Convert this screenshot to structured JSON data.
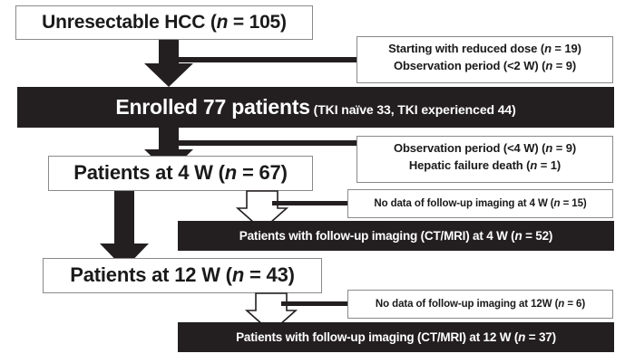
{
  "figure": {
    "type": "patient-flow-diagram",
    "colors": {
      "box_fill": "#ffffff",
      "box_border": "#8a8a8a",
      "emphasis_fill": "#231f20",
      "emphasis_text": "#ffffff",
      "connector": "#231f20"
    }
  },
  "nodes": {
    "source": {
      "label_main": "Unresectable HCC (",
      "label_n": "n",
      "label_tail": " = 105)",
      "full_text": "Unresectable HCC (n = 105)",
      "count": 105
    },
    "enrolled": {
      "label_main": "Enrolled 77 patients",
      "label_sub": " (TKI naïve 33, TKI experienced 44)",
      "full_text": "Enrolled 77 patients (TKI naïve 33, TKI experienced 44)",
      "count": 77,
      "tki_naive": 33,
      "tki_experienced": 44
    },
    "patients_4w": {
      "label_main": "Patients at 4 W (",
      "label_n": "n",
      "label_tail": " = 67)",
      "full_text": "Patients at 4 W (n = 67)",
      "count": 67
    },
    "patients_12w": {
      "label_main": "Patients at 12 W (",
      "label_n": "n",
      "label_tail": " = 43)",
      "full_text": "Patients at 12 W (n = 43)",
      "count": 43
    },
    "imaging_4w": {
      "label_main": "Patients with follow-up imaging (CT/MRI) at 4 W (",
      "label_n": "n",
      "label_tail": " = 52)",
      "full_text": "Patients with follow-up imaging (CT/MRI) at 4 W (n = 52)",
      "count": 52
    },
    "imaging_12w": {
      "label_main": "Patients with follow-up imaging (CT/MRI) at 12 W (",
      "label_n": "n",
      "label_tail": " = 37)",
      "full_text": "Patients with follow-up imaging (CT/MRI) at 12 W (n = 37)",
      "count": 37
    }
  },
  "exclusions": {
    "excl_1": {
      "line1_main": "Starting with reduced dose (",
      "line1_n": "n",
      "line1_tail": " = 19)",
      "line2_main": "Observation period (<2 W) (",
      "line2_n": "n",
      "line2_tail": " = 9)",
      "full_text": "Starting with reduced dose (n = 19) / Observation period (<2 W) (n = 9)",
      "counts": [
        19,
        9
      ]
    },
    "excl_2": {
      "line1_main": "Observation period (<4 W) (",
      "line1_n": "n",
      "line1_tail": " = 9)",
      "line2_main": "Hepatic failure death (",
      "line2_n": "n",
      "line2_tail": " = 1)",
      "full_text": "Observation period (<4 W) (n = 9) / Hepatic failure death (n = 1)",
      "counts": [
        9,
        1
      ]
    },
    "excl_3": {
      "label_main": "No data of follow-up imaging at 4 W (",
      "label_n": "n",
      "label_tail": " = 15)",
      "full_text": "No data of follow-up imaging at 4 W (n = 15)",
      "count": 15
    },
    "excl_4": {
      "label_main": "No data of follow-up imaging at 12W (",
      "label_n": "n",
      "label_tail": " = 6)",
      "full_text": "No data of follow-up imaging at 12W (n = 6)",
      "count": 6
    }
  }
}
